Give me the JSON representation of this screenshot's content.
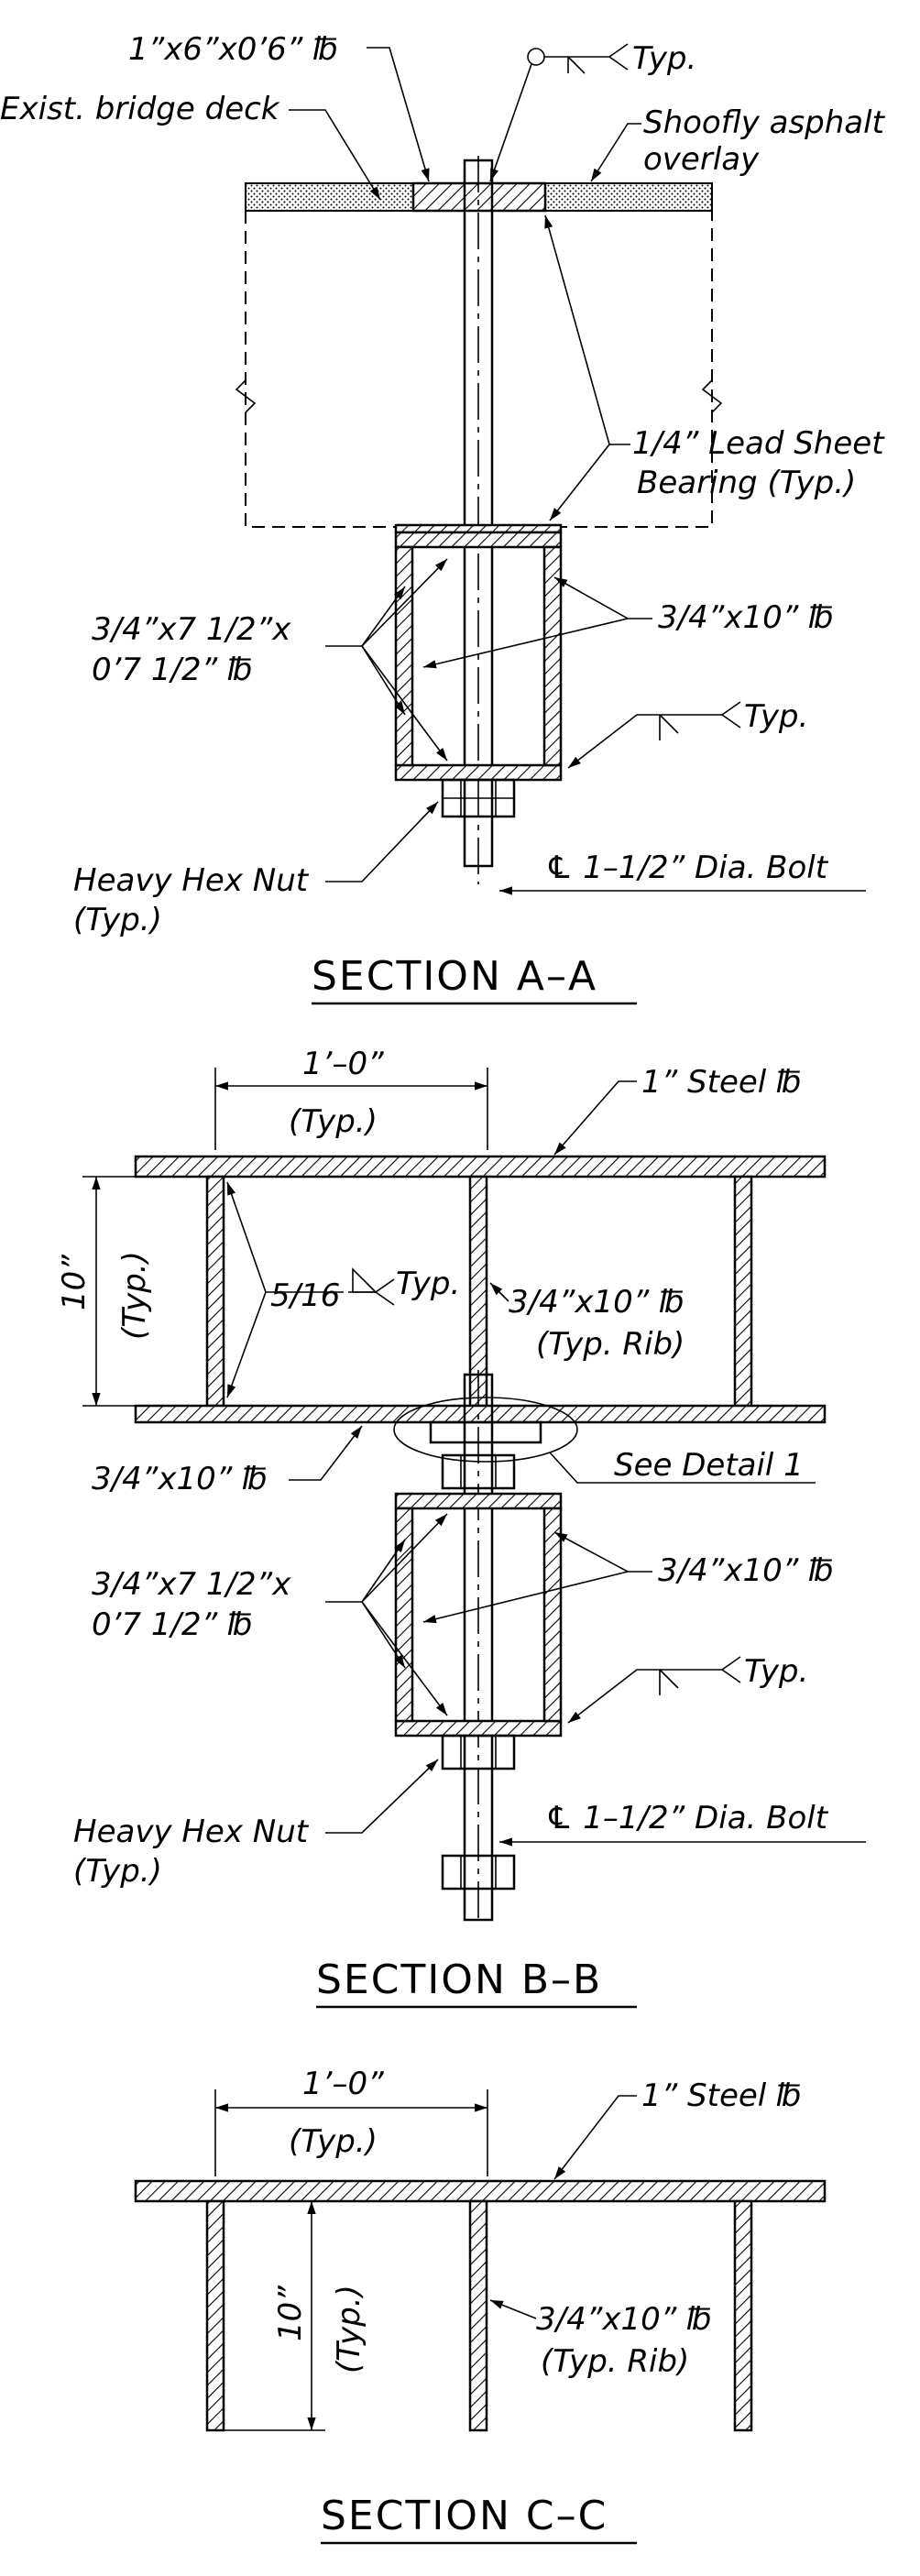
{
  "section_aa": {
    "title": "SECTION A–A",
    "plate_top": "1”x6”x0’6” ℔",
    "weld_typ": "Typ.",
    "exist_deck": "Exist. bridge deck",
    "shoofly_line1": "Shoofly asphalt",
    "shoofly_line2": "overlay",
    "lead_line1": "1/4” Lead Sheet",
    "lead_line2": "Bearing (Typ.)",
    "side_plate_line1": "3/4”x7 1/2”x",
    "side_plate_line2": "0’7 1/2” ℔",
    "web_plate": "3/4”x10” ℔",
    "weld_typ2": "Typ.",
    "nut_line1": "Heavy Hex Nut",
    "nut_line2": "(Typ.)",
    "bolt": "℄ 1–1/2” Dia. Bolt"
  },
  "section_bb": {
    "title": "SECTION B–B",
    "dim_spacing": "1’–0”",
    "dim_spacing_typ": "(Typ.)",
    "steel_plate": "1” Steel ℔",
    "dim_height": "10”",
    "dim_height_typ": "(Typ.)",
    "weld_size": "5/16",
    "weld_typ": "Typ.",
    "rib_line1": "3/4”x10” ℔",
    "rib_line2": "(Typ. Rib)",
    "bottom_plate": "3/4”x10” ℔",
    "see_detail": "See Detail 1",
    "side_plate_line1": "3/4”x7 1/2”x",
    "side_plate_line2": "0’7 1/2” ℔",
    "web_plate": "3/4”x10” ℔",
    "weld_typ2": "Typ.",
    "nut_line1": "Heavy Hex Nut",
    "nut_line2": "(Typ.)",
    "bolt": "℄ 1–1/2” Dia. Bolt"
  },
  "section_cc": {
    "title": "SECTION C–C",
    "dim_spacing": "1’–0”",
    "dim_spacing_typ": "(Typ.)",
    "steel_plate": "1” Steel ℔",
    "dim_height": "10”",
    "dim_height_typ": "(Typ.)",
    "rib_line1": "3/4”x10” ℔",
    "rib_line2": "(Typ. Rib)"
  }
}
